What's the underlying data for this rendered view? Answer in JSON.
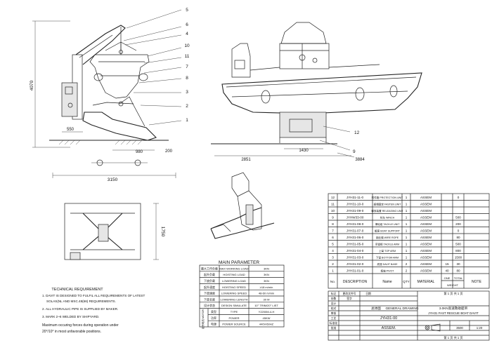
{
  "dims": {
    "height_4070": "4070",
    "base_550": "550",
    "arm_980": "980",
    "base_200": "200",
    "total_3150": "3150",
    "side_2851": "2851",
    "side_1430": "1430",
    "side_3884": "3884",
    "plan_1750": "1750"
  },
  "balloons": [
    "1",
    "2",
    "3",
    "4",
    "5",
    "6",
    "7",
    "8",
    "9",
    "10",
    "11",
    "12"
  ],
  "main_parameter": {
    "title": "MAIN PARAMETER",
    "rows": [
      {
        "cn": "最大工作负载",
        "en": "MAX WORKING LOAD",
        "val": "3KN"
      },
      {
        "cn": "起升负载",
        "en": "HOISTING LOAD",
        "val": "3KN"
      },
      {
        "cn": "下放负载",
        "en": "LOWERING LOAD",
        "val": "3KN"
      },
      {
        "cn": "起升速度",
        "en": "HOISTING SPEED",
        "val": "≥18 m/min"
      },
      {
        "cn": "下放速度",
        "en": "LOWERING SPEED",
        "val": "48-60 m/min"
      },
      {
        "cn": "下放长度",
        "en": "LOWERING LENGTH",
        "val": "30 M"
      },
      {
        "cn": "设计状态",
        "en": "DESIGN SIMULATE",
        "val": "10° TRIM/20° LIST"
      },
      {
        "cn": "类型",
        "en": "TYPE",
        "val": "Y2200M-4-H"
      },
      {
        "cn": "功率",
        "en": "POWER",
        "val": "45KW"
      },
      {
        "cn": "电源",
        "en": "POWER SOURCE",
        "val": "440V/60HZ"
      }
    ],
    "motor_label": "起升电机 MOTOR"
  },
  "requirements": {
    "title": "TECHNICAL REQUIREMENT",
    "items": [
      "1. DAVIT IS DESIGNED TO FULFIL ALL REQUIREMENTS OF LATEST",
      "SOLAS(NL AND MSC.48(66) REQUIREMENTS.",
      "2. ALL HYDRAULIC PIPE IS SUPPLIED BY MAKER.",
      "3. MARK 2~6 WELDED BY SHIPYARD."
    ],
    "note_lines": [
      "Maximum occuring forces during operation under",
      "20°/10° in most unfavorable positions."
    ]
  },
  "parts": [
    {
      "no": "12",
      "code": "JYH31-11-0",
      "name": "附件箱 PROTECTION UNIT",
      "qty": "1",
      "mat": "ASSEM",
      "w1": "",
      "w2": "0"
    },
    {
      "no": "11",
      "code": "JYH31-10-0",
      "name": "缆绳固定 FASTEN UNIT",
      "qty": "1",
      "mat": "ASSEM",
      "w1": "",
      "w2": ""
    },
    {
      "no": "10",
      "code": "JYH31-09-0",
      "name": "释放装置 RELEASING UNIT",
      "qty": "1",
      "mat": "ASSEM",
      "w1": "",
      "w2": ""
    },
    {
      "no": "9",
      "code": "JYHW33-00",
      "name": "绞车 WINCH",
      "qty": "1",
      "mat": "ASSEM",
      "w1": "",
      "w2": "500"
    },
    {
      "no": "8",
      "code": "JYH31-08-0",
      "name": "滑轮组 TACKLE UNIT",
      "qty": "1",
      "mat": "ASSEM",
      "w1": "",
      "w2": "200"
    },
    {
      "no": "7",
      "code": "JYH31-07-0",
      "name": "艇座 BOAT SUPPORT",
      "qty": "1",
      "mat": "ASSEM",
      "w1": "",
      "w2": "0"
    },
    {
      "no": "6",
      "code": "JYH31-06-0",
      "name": "钢丝绳 WIRE ROPE",
      "qty": "1",
      "mat": "ASSEM",
      "w1": "",
      "w2": "80"
    },
    {
      "no": "5",
      "code": "JYH31-05-0",
      "name": "吊臂组 TACKLE ARM",
      "qty": "1",
      "mat": "ASSEM",
      "w1": "",
      "w2": "500"
    },
    {
      "no": "4",
      "code": "JYH31-04-0",
      "name": "上臂 TOP ARM",
      "qty": "1",
      "mat": "ASSEM",
      "w1": "",
      "w2": "800"
    },
    {
      "no": "3",
      "code": "JYH31-03-0",
      "name": "下臂 BOTTOM ARM",
      "qty": "1",
      "mat": "ASSEM",
      "w1": "",
      "w2": "1500"
    },
    {
      "no": "2",
      "code": "JYH31-02-0",
      "name": "底座 DAVIT BASE",
      "qty": "2",
      "mat": "ASSEM",
      "w1": "15",
      "w2": "30"
    },
    {
      "no": "1",
      "code": "JYH31-01-0",
      "name": "枢轴 PIVOT",
      "qty": "2",
      "mat": "ASSEM",
      "w1": "40",
      "w2": "80"
    }
  ],
  "parts_header": {
    "no": "No.",
    "desc": "DESCRIPTION",
    "name": "Name",
    "qty": "QTY",
    "mat": "MATERIAL",
    "one": "ONE",
    "total": "TOTAL",
    "weight": "WEIGHT",
    "note": "NOTE"
  },
  "title_block": {
    "drawing_type_cn": "总体图",
    "drawing_type": "GENERAL DRAWING",
    "product_cn": "3.0KN高速救助艇吊",
    "product": "JYH31 FAST RESCUE BOAT DAVIT",
    "drawing_no": "JYH31-00",
    "assem": "ASSEM.",
    "scale": "1:20",
    "weight": "3500",
    "sheet": "第 1 页 共 1 页",
    "sheet_bottom": "第 1 页 共 1 页",
    "labels": [
      "标记",
      "处数",
      "更改文件号",
      "签字",
      "日期",
      "设计",
      "校对",
      "审核",
      "工艺",
      "标准化",
      "批准"
    ]
  }
}
